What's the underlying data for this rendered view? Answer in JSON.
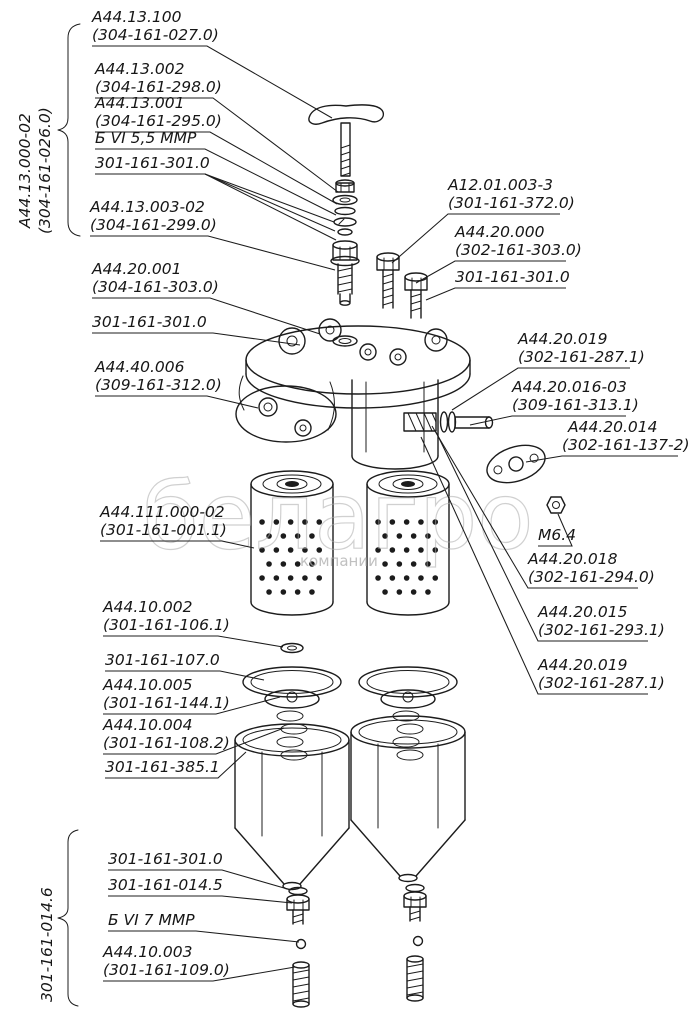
{
  "meta": {
    "type": "exploded-parts-diagram",
    "background": "#ffffff",
    "ink": "#1c1c1c"
  },
  "group_brackets": [
    {
      "line1": "A44.13.000-02",
      "line2": "(304-161-026.0)"
    },
    {
      "line1": "301-161-014.6",
      "line2": ""
    }
  ],
  "callouts": [
    {
      "line1": "A44.13.100",
      "line2": "(304-161-027.0)"
    },
    {
      "line1": "A44.13.002",
      "line2": "(304-161-298.0)"
    },
    {
      "line1": "A44.13.001",
      "line2": "(304-161-295.0)"
    },
    {
      "line1": "Б VI 5,5 ММР",
      "line2": ""
    },
    {
      "line1": "301-161-301.0",
      "line2": ""
    },
    {
      "line1": "A44.13.003-02",
      "line2": "(304-161-299.0)"
    },
    {
      "line1": "A44.20.001",
      "line2": "(304-161-303.0)"
    },
    {
      "line1": "301-161-301.0",
      "line2": ""
    },
    {
      "line1": "A44.40.006",
      "line2": "(309-161-312.0)"
    },
    {
      "line1": "A12.01.003-3",
      "line2": "(301-161-372.0)"
    },
    {
      "line1": "A44.20.000",
      "line2": "(302-161-303.0)"
    },
    {
      "line1": "301-161-301.0",
      "line2": ""
    },
    {
      "line1": "A44.20.019",
      "line2": "(302-161-287.1)"
    },
    {
      "line1": "A44.20.016-03",
      "line2": "(309-161-313.1)"
    },
    {
      "line1": "A44.20.014",
      "line2": "(302-161-137-2)"
    },
    {
      "line1": "М6.4",
      "line2": ""
    },
    {
      "line1": "A44.20.018",
      "line2": "(302-161-294.0)"
    },
    {
      "line1": "A44.20.015",
      "line2": "(302-161-293.1)"
    },
    {
      "line1": "A44.20.019",
      "line2": "(302-161-287.1)"
    },
    {
      "line1": "A44.111.000-02",
      "line2": "(301-161-001.1)"
    },
    {
      "line1": "A44.10.002",
      "line2": "(301-161-106.1)"
    },
    {
      "line1": "301-161-107.0",
      "line2": ""
    },
    {
      "line1": "A44.10.005",
      "line2": "(301-161-144.1)"
    },
    {
      "line1": "A44.10.004",
      "line2": "(301-161-108.2)"
    },
    {
      "line1": "301-161-385.1",
      "line2": ""
    },
    {
      "line1": "301-161-301.0",
      "line2": ""
    },
    {
      "line1": "301-161-014.5",
      "line2": ""
    },
    {
      "line1": "Б VI 7 ММР",
      "line2": ""
    },
    {
      "line1": "A44.10.003",
      "line2": "(301-161-109.0)"
    }
  ],
  "watermark": {
    "text": "белагро",
    "subtext": "компании"
  }
}
